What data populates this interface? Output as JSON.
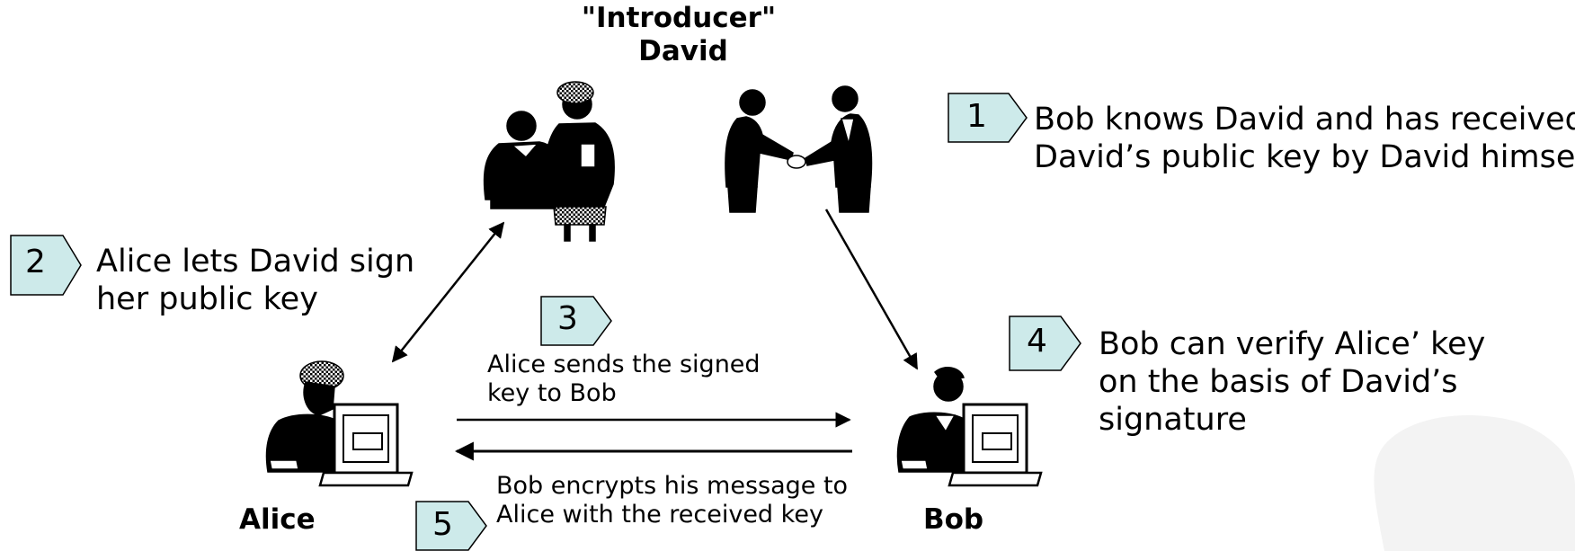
{
  "title": {
    "line1": "\"Introducer\"",
    "line2": "David"
  },
  "actors": {
    "alice": "Alice",
    "bob": "Bob"
  },
  "steps": [
    {
      "number": "1",
      "line1": "Bob knows David and has received",
      "line2": "David’s public key by David himself"
    },
    {
      "number": "2",
      "line1": "Alice lets David sign",
      "line2": "her public key"
    },
    {
      "number": "3",
      "line1": "Alice sends the signed",
      "line2": "key to Bob"
    },
    {
      "number": "4",
      "line1": "Bob can verify Alice’ key",
      "line2": "on the basis of David’s",
      "line3": "signature"
    },
    {
      "number": "5",
      "line1": "Bob encrypts his message to",
      "line2": "Alice with the received key"
    }
  ],
  "colors": {
    "step_fill": "#cdeaea",
    "line": "#000000"
  },
  "icons": [
    "meeting-people-icon",
    "handshake-icon",
    "alice-computer-icon",
    "bob-computer-icon"
  ]
}
